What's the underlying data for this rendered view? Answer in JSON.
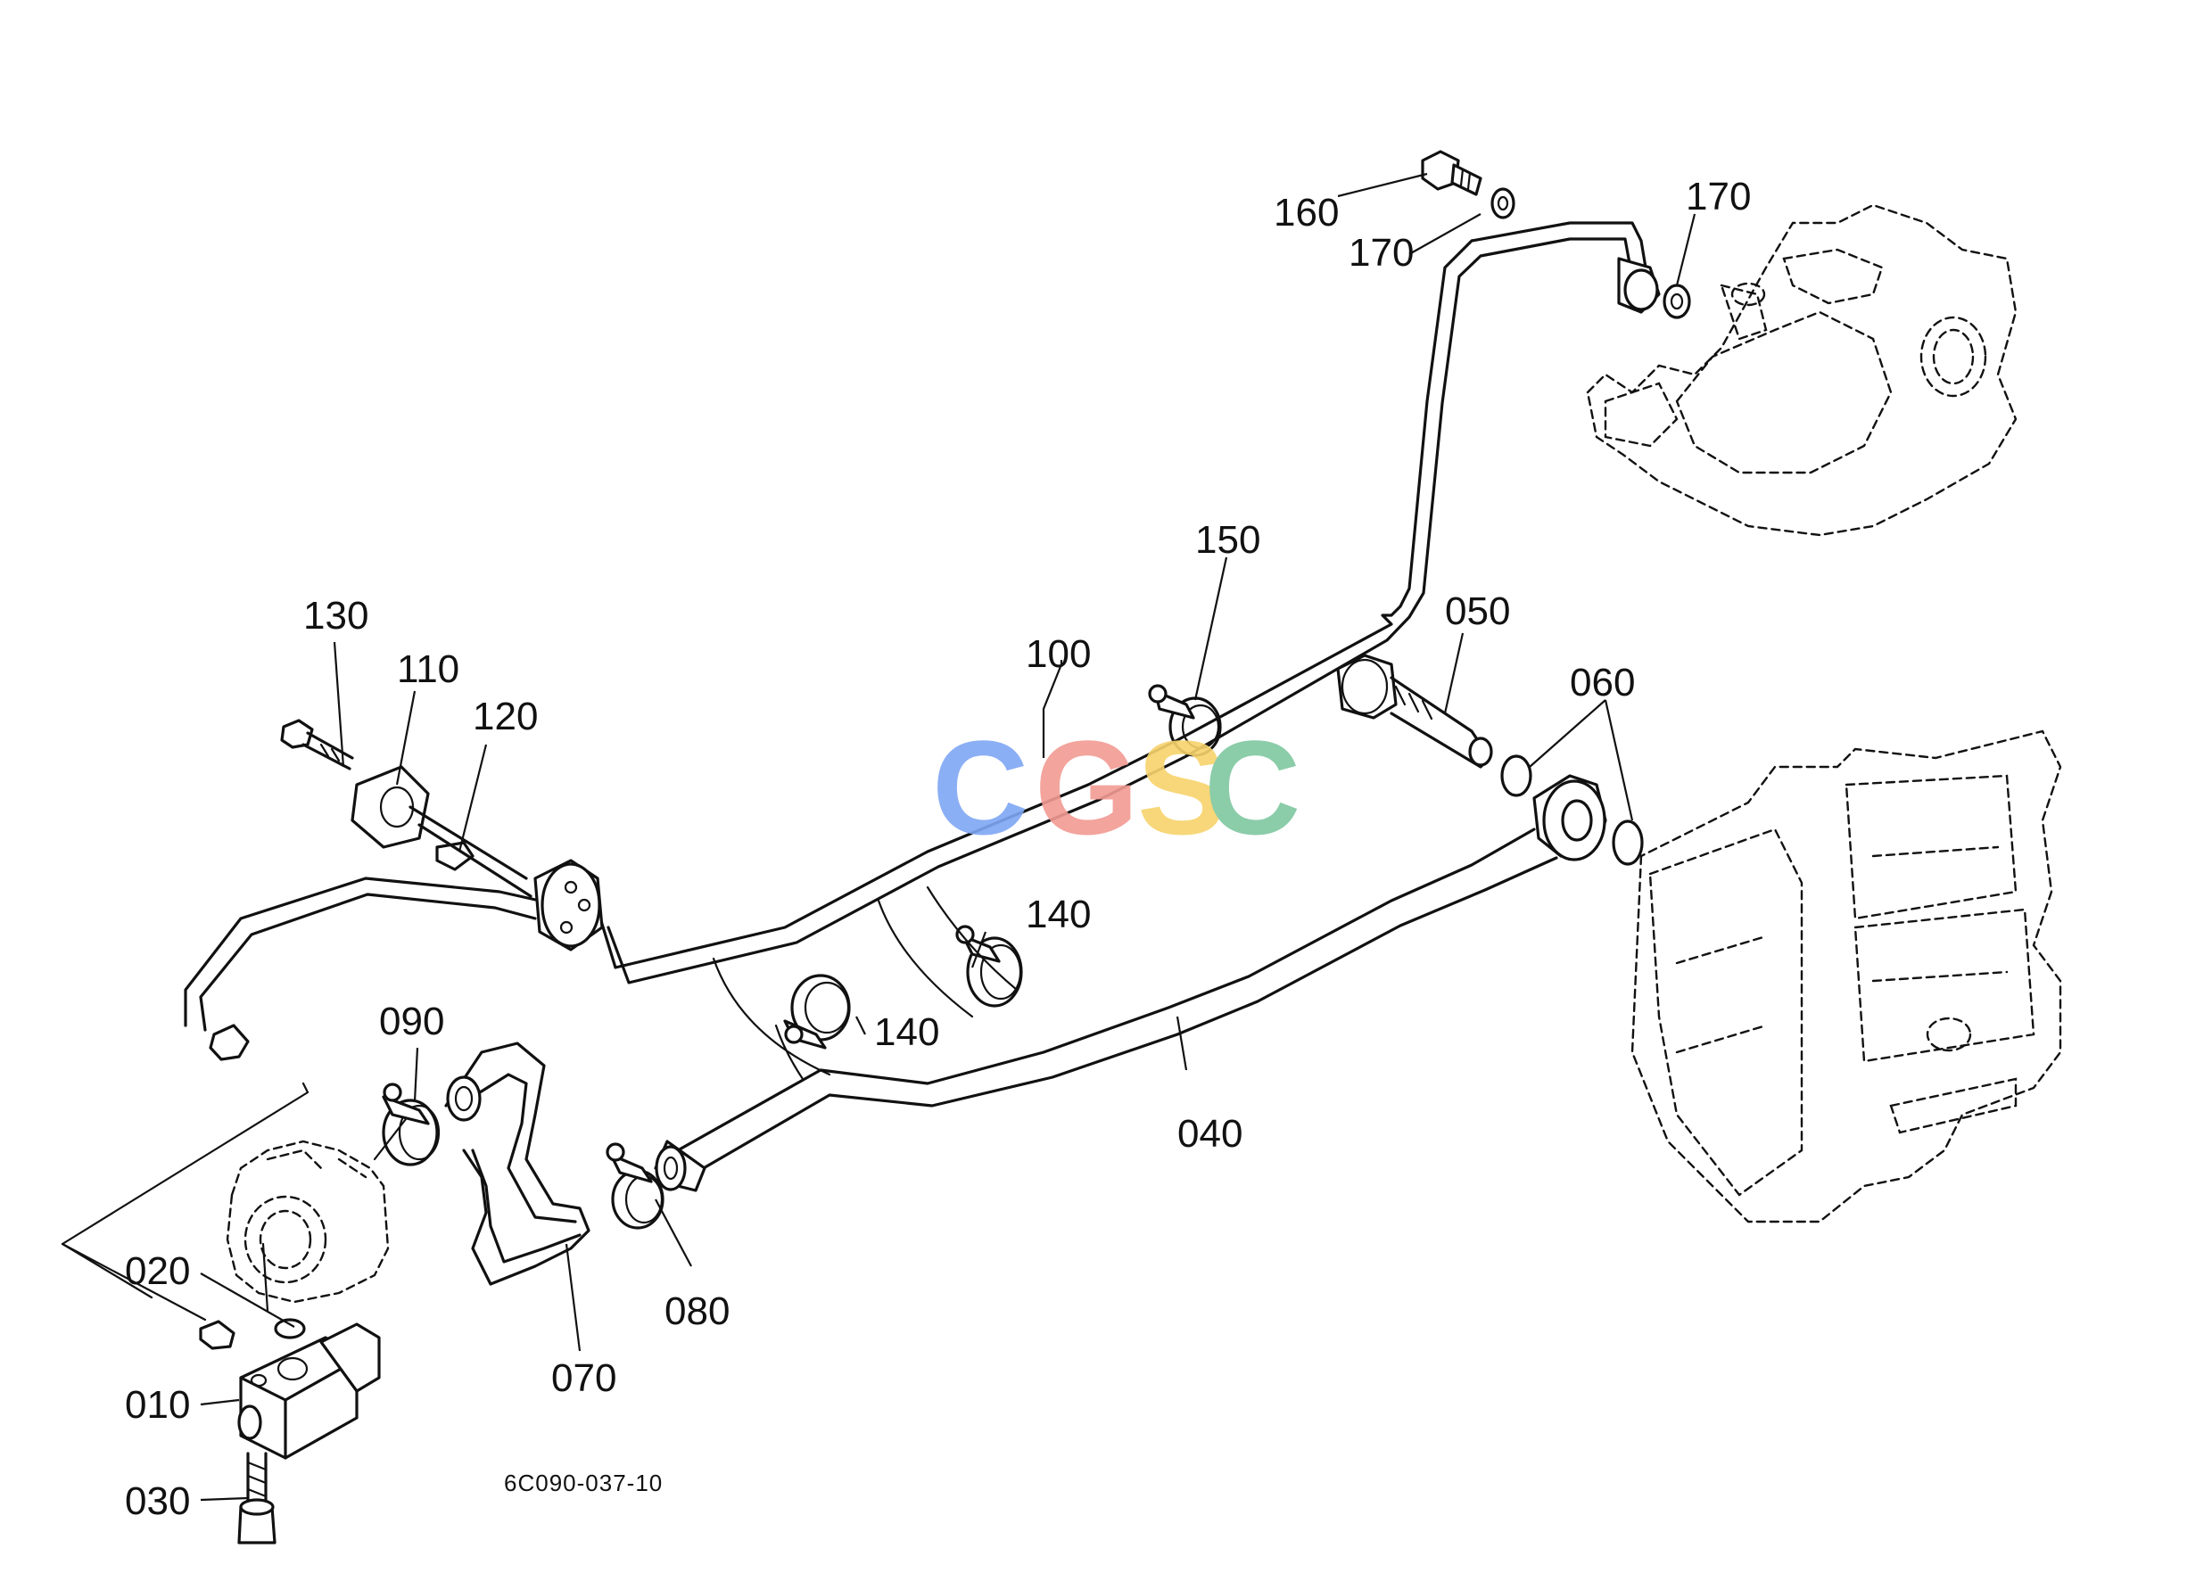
{
  "labels": {
    "p010": "010",
    "p020": "020",
    "p030": "030",
    "p040": "040",
    "p050": "050",
    "p060": "060",
    "p070": "070",
    "p080": "080",
    "p090": "090",
    "p100": "100",
    "p110": "110",
    "p120": "120",
    "p130": "130",
    "p140a": "140",
    "p140b": "140",
    "p150": "150",
    "p160": "160",
    "p170a": "170",
    "p170b": "170"
  },
  "drawing_code": "6C090-037-10",
  "watermark": {
    "letters": [
      "C",
      "G",
      "S",
      "C"
    ],
    "colors": [
      "#7fa7f5",
      "#f29b93",
      "#f7d36b",
      "#7fc7a0"
    ]
  }
}
